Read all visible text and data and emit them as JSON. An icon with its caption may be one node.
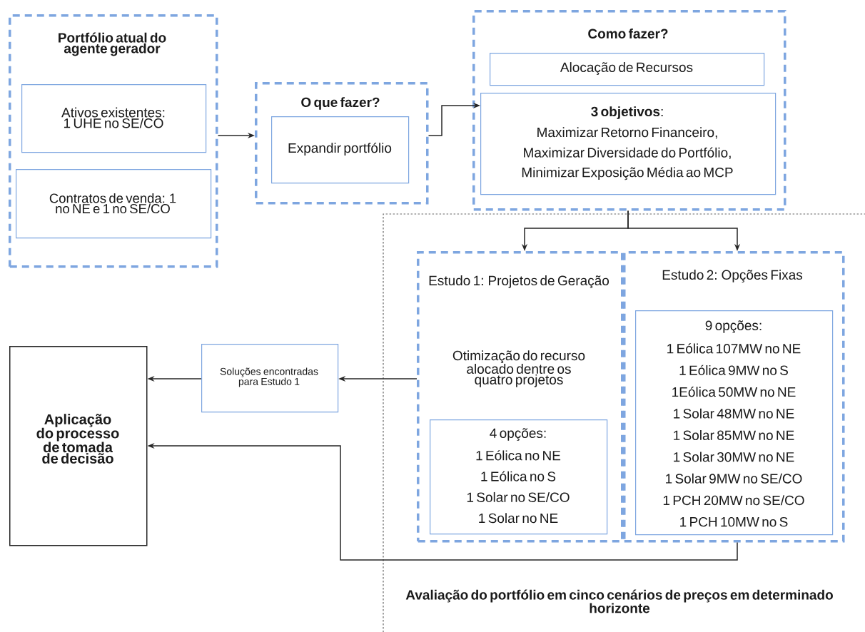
{
  "diagram": {
    "nodes": [
      {
        "text": [
          "Portfólio atual do agente gerador"
        ]
      },
      {
        "text": [
          "Ativos existentes: 1 UHE no SE/CO"
        ],
        "in": 0
      },
      {
        "text": [
          "Contratos de venda: 1 no NE e 1 no SE/CO"
        ],
        "in": 0
      },
      {
        "text": [
          "O que fazer?"
        ]
      },
      {
        "text": [
          "Expandir portfólio"
        ],
        "in": 3
      },
      {
        "text": [
          "Como fazer?"
        ]
      },
      {
        "text": [
          "Alocação de Recursos"
        ],
        "in": 5
      },
      {
        "text": [
          "**3 objetivos**:",
          "Maximizar Retorno Financeiro,",
          "Maximizar Diversidade do Portfólio,",
          "Minimizar Exposição Média ao MCP"
        ],
        "in": 5
      },
      {
        "text": [
          "Avaliação do portfólio em cinco cenários de preços em determinado horizonte"
        ]
      },
      {
        "text": [
          "Estudo 1: Projetos de Geração",
          "Otimização do recurso alocado dentre os quatro projetos"
        ],
        "in": 8
      },
      {
        "text": [
          "4 opções:",
          "1 Eólica no NE",
          "1 Eólica no S",
          "1 Solar no SE/CO",
          "1 Solar no NE"
        ],
        "in": 9
      },
      {
        "text": [
          "Estudo 2: Opções Fixas"
        ],
        "in": 8
      },
      {
        "text": [
          "9 opções:",
          "1 Eólica 107MW no NE",
          "1 Eólica 9MW no S",
          "1Eólica 50MW no NE",
          "1 Solar 48MW no NE",
          "1 Solar 85MW no NE",
          "1 Solar 30MW no NE",
          "1 Solar 9MW no SE/CO",
          "1 PCH 20MW no SE/CO",
          "1 PCH 10MW no S"
        ],
        "in": 11
      },
      {
        "text": [
          "Soluções encontradas para Estudo 1"
        ]
      },
      {
        "text": [
          "Aplicação do processo de tomada de decisão"
        ]
      }
    ],
    "edges": [
      {
        "from": 0,
        "to": 3,
        "arrow": "to"
      },
      {
        "from": 3,
        "to": 7,
        "arrow": "to"
      },
      {
        "from": 5,
        "to": 9,
        "arrow": "to"
      },
      {
        "from": 5,
        "to": 11,
        "arrow": "to"
      },
      {
        "from": 9,
        "to": 13,
        "arrow": "to"
      },
      {
        "from": 13,
        "to": 14,
        "arrow": "to"
      },
      {
        "from": 11,
        "to": 14,
        "arrow": "to"
      }
    ]
  }
}
